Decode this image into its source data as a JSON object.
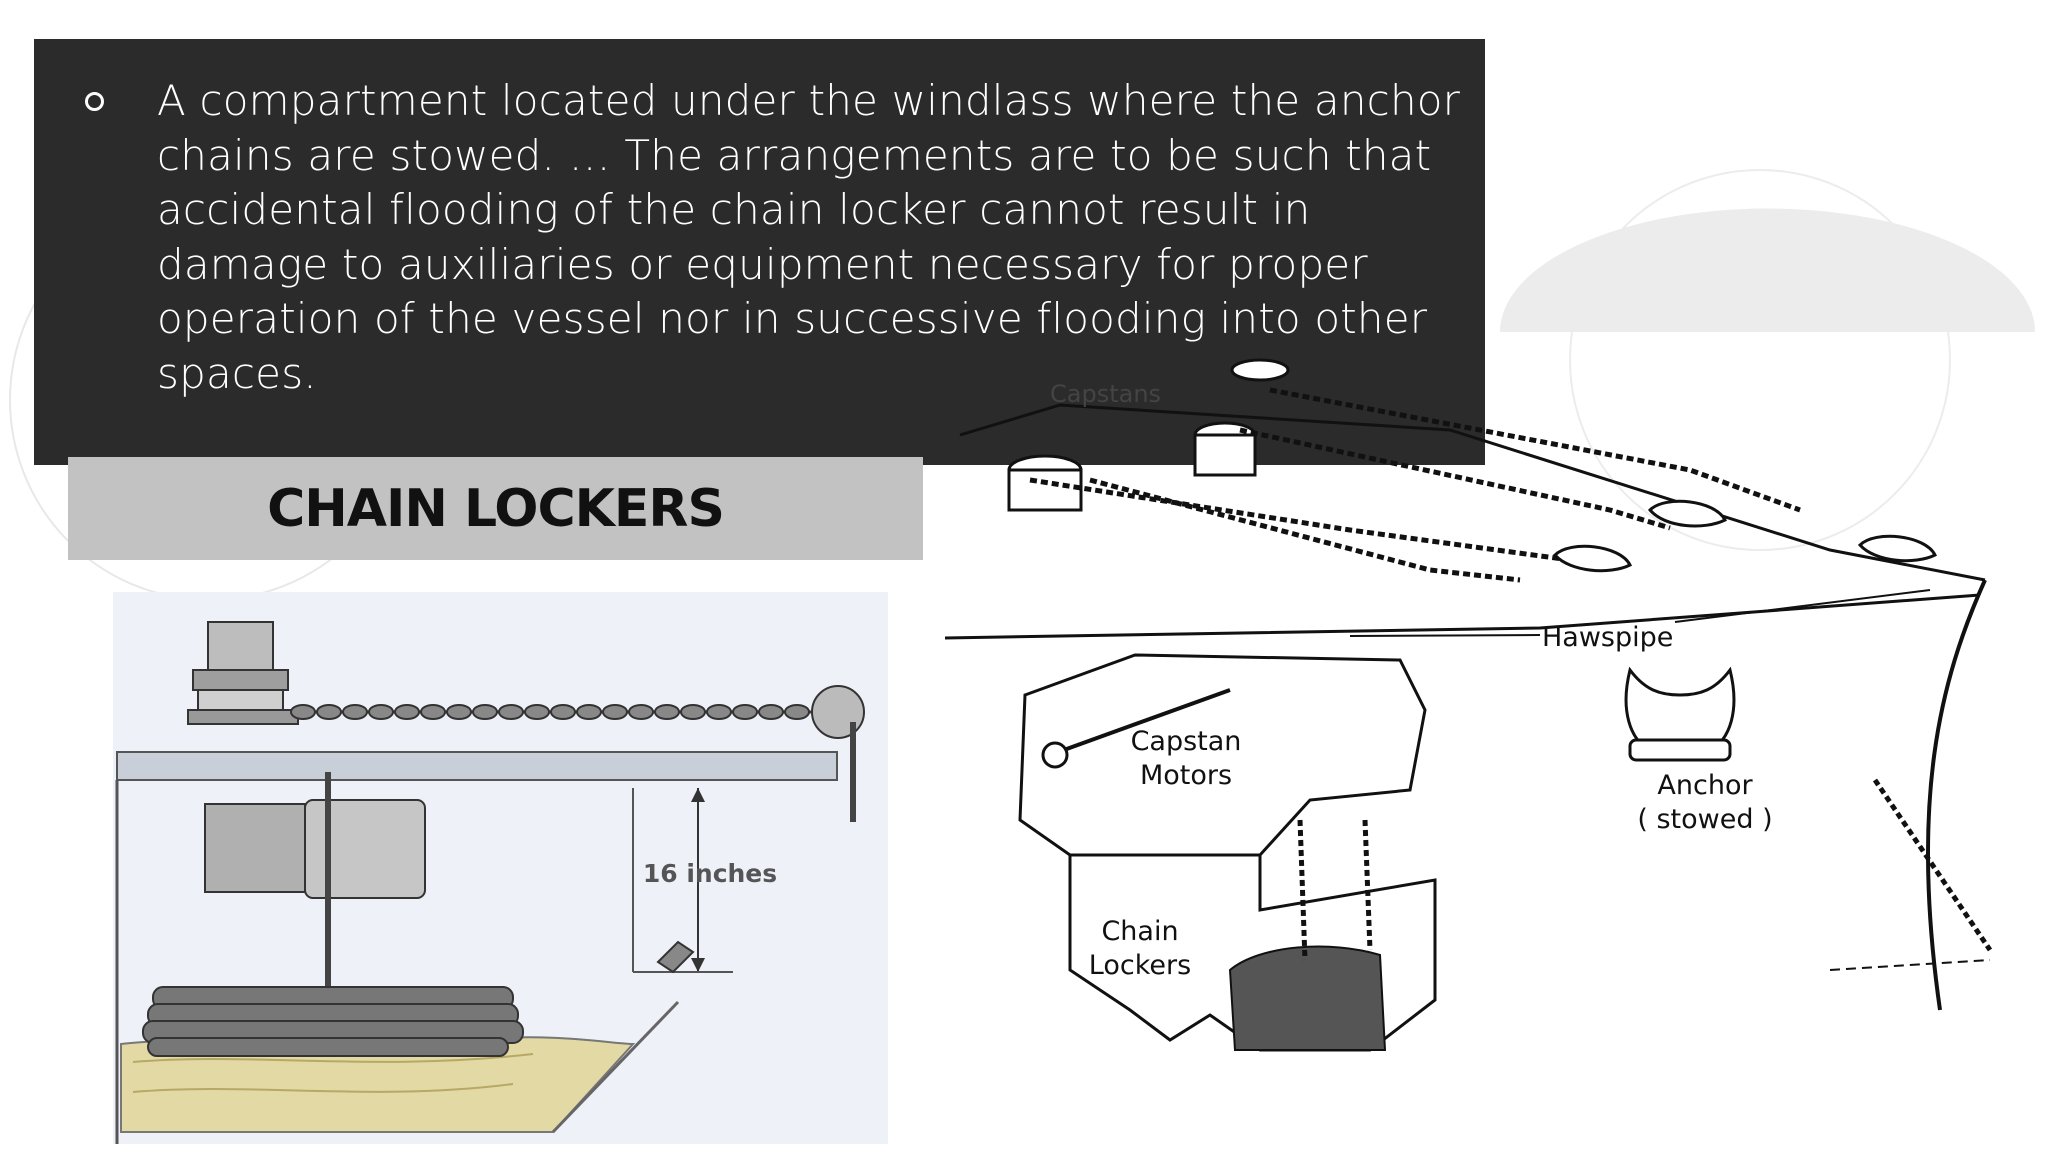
{
  "slide": {
    "body_text": "A compartment located under the windlass where the anchor chains are stowed. … The arrangements are to be such that accidental flooding of the chain locker cannot result in damage to auxiliaries or equipment necessary for proper operation of the vessel nor in successive flooding into other spaces.",
    "title": "CHAIN LOCKERS"
  },
  "left_figure": {
    "measurement_label": "16 inches"
  },
  "right_figure": {
    "labels": {
      "capstans": "Capstans",
      "hawspipe": "Hawspipe",
      "capstan_motors_1": "Capstan",
      "capstan_motors_2": "Motors",
      "anchor_1": "Anchor",
      "anchor_2": "( stowed )",
      "chain_lockers_1": "Chain",
      "chain_lockers_2": "Lockers"
    }
  },
  "colors": {
    "text_box_bg": "#2b2b2b",
    "title_box_bg": "#c2c2c2",
    "text_color": "#ffffff"
  }
}
